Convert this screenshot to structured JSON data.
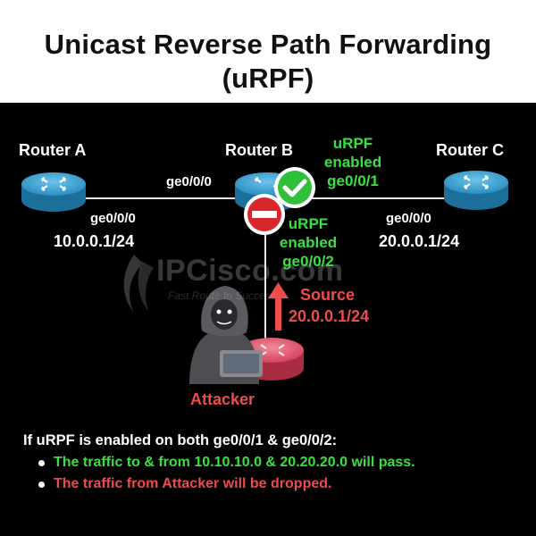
{
  "title": {
    "line1": "Unicast Reverse Path Forwarding",
    "line2": "(uRPF)"
  },
  "routers": {
    "a": {
      "name": "Router A",
      "interface": "ge0/0/0",
      "ip": "10.0.0.1/24"
    },
    "b": {
      "name": "Router B",
      "interface_to_a": "ge0/0/0"
    },
    "c": {
      "name": "Router C",
      "interface": "ge0/0/0",
      "ip": "20.0.0.1/24"
    }
  },
  "urpf_ge001": {
    "line1": "uRPF",
    "line2": "enabled",
    "line3": "ge0/0/1"
  },
  "urpf_ge002": {
    "line1": "uRPF",
    "line2": "enabled",
    "line3": "ge0/0/2"
  },
  "source": {
    "label": "Source",
    "ip": "20.0.0.1/24"
  },
  "attacker": {
    "label": "Attacker"
  },
  "watermark": {
    "brand": "IPCisco.com",
    "tagline": "Fast Route to Success"
  },
  "summary": {
    "heading": "If uRPF is enabled on both ge0/0/1 & ge0/0/2:",
    "bullets": [
      {
        "text": "The traffic to & from 10.10.10.0 & 20.20.20.0 will pass.",
        "color": "#39e03f"
      },
      {
        "text": "The traffic from Attacker will be dropped.",
        "color": "#ef4b4b"
      }
    ]
  },
  "colors": {
    "router_blue": "#2a8fc1",
    "router_red": "#d6405a",
    "enabled_green": "#39e03f",
    "attack_red": "#ef4b4b"
  },
  "icons": [
    "router-icon",
    "check-icon",
    "no-entry-icon",
    "arrow-up-icon",
    "hacker-icon"
  ]
}
